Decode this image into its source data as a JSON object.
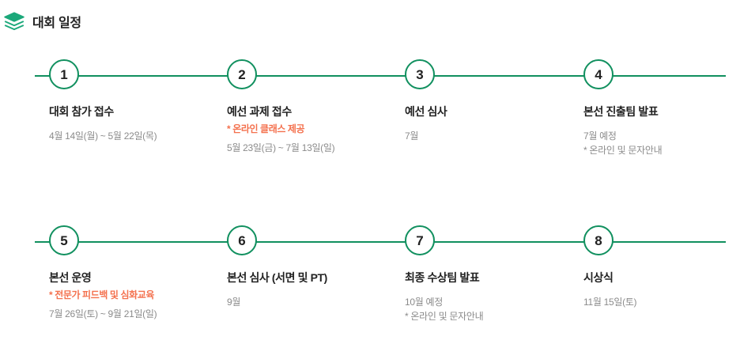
{
  "header": {
    "icon": "layers-stack-icon",
    "title": "대회 일정"
  },
  "theme": {
    "accent_green": "#11905F",
    "note_red": "#F4714E",
    "title_text": "#222222",
    "date_text": "#8b8b8b",
    "background": "#ffffff"
  },
  "timeline": {
    "rows": [
      {
        "steps": [
          {
            "number": "1",
            "title": "대회 참가 접수",
            "note": "",
            "dates": [
              "4월 14일(월) ~ 5월 22일(목)",
              ""
            ]
          },
          {
            "number": "2",
            "title": "예선 과제 접수",
            "note": "* 온라인 클래스 제공",
            "dates": [
              "5월 23일(금) ~ 7월 13일(일)",
              ""
            ]
          },
          {
            "number": "3",
            "title": "예선 심사",
            "note": "",
            "dates": [
              "7월",
              ""
            ]
          },
          {
            "number": "4",
            "title": "본선 진출팀 발표",
            "note": "",
            "dates": [
              "7월 예정",
              "* 온라인 및 문자안내"
            ]
          }
        ]
      },
      {
        "steps": [
          {
            "number": "5",
            "title": "본선 운영",
            "note": "* 전문가 피드백 및 심화교육",
            "dates": [
              "7월 26일(토) ~ 9월 21일(일)",
              ""
            ]
          },
          {
            "number": "6",
            "title": "본선 심사 (서면 및 PT)",
            "note": "",
            "dates": [
              "9월",
              ""
            ]
          },
          {
            "number": "7",
            "title": "최종 수상팀 발표",
            "note": "",
            "dates": [
              "10월 예정",
              "* 온라인 및 문자안내"
            ]
          },
          {
            "number": "8",
            "title": "시상식",
            "note": "",
            "dates": [
              "11월 15일(토)",
              ""
            ]
          }
        ]
      }
    ]
  }
}
